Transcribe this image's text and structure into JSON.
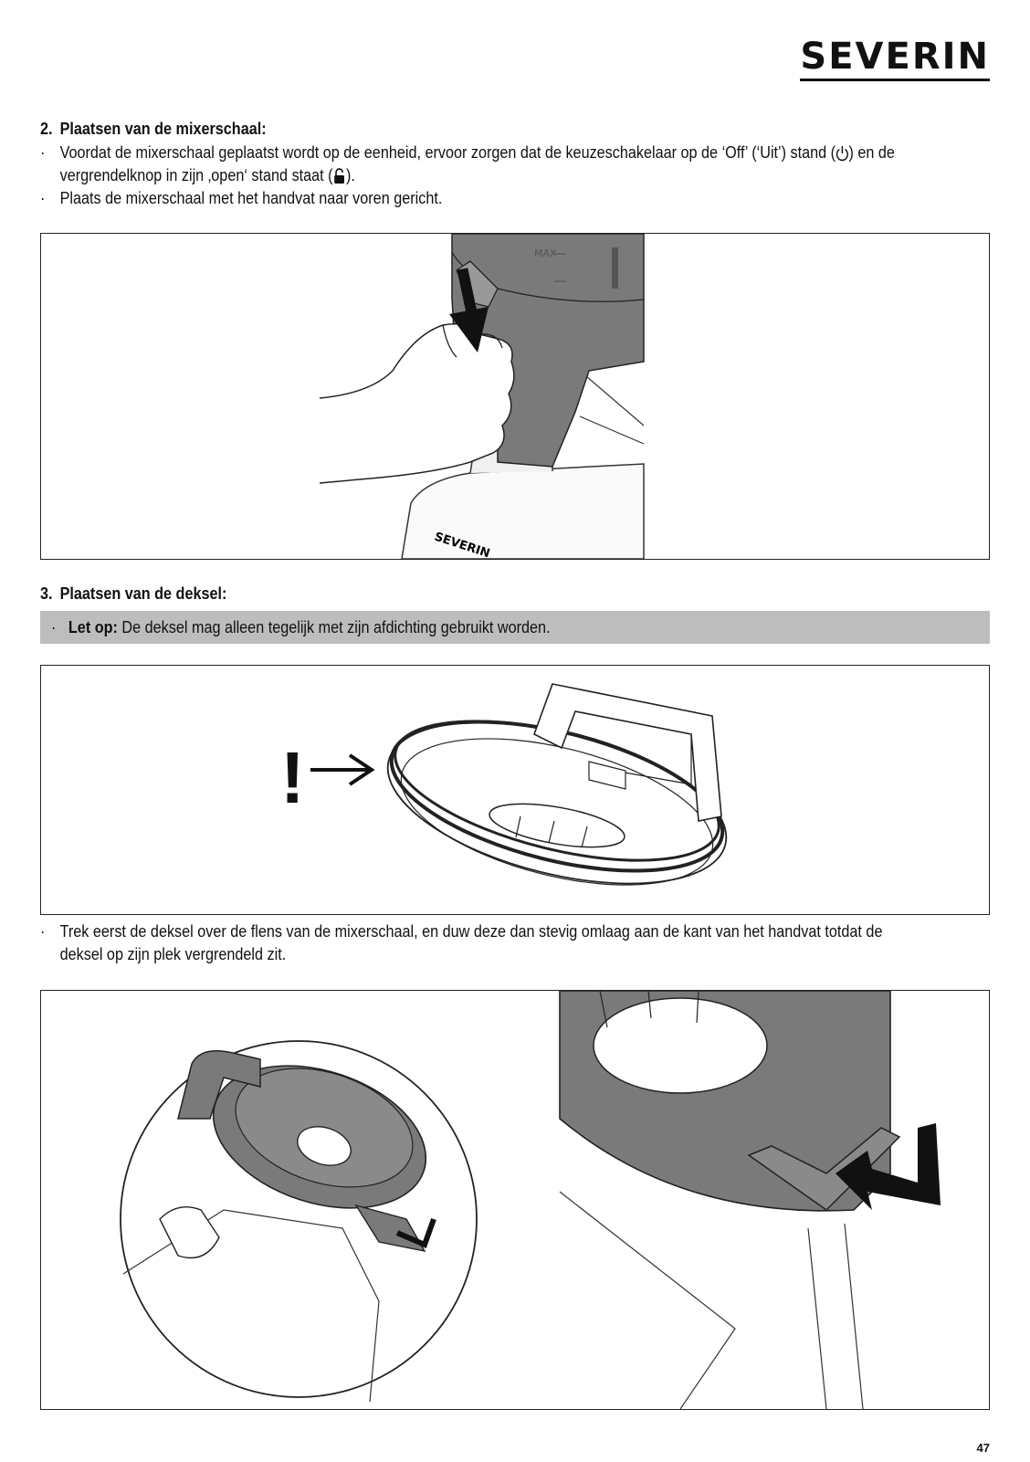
{
  "brand": "SEVERIN",
  "section2": {
    "number": "2.",
    "title": "Plaatsen van de mixerschaal:",
    "bullet_symbol": "·",
    "bullet1_part1": "Voordat de mixerschaal geplaatst wordt op de eenheid, ervoor zorgen dat de keuzeschakelaar op de ‘Off’ (‘Uit’) stand (",
    "bullet1_part2": ") en de",
    "bullet1_line2a": "vergrendelknop in zijn ‚open‘ stand staat (",
    "bullet1_line2b": ").",
    "bullet2": "Plaats de mixerschaal met het handvat naar voren gericht."
  },
  "figure1": {
    "cup_label": "MAX",
    "base_label": "SEVERIN"
  },
  "section3": {
    "number": "3.",
    "title": "Plaatsen van de deksel:",
    "note_label": "Let op:",
    "note_text": " De deksel mag alleen tegelijk met zijn afdichting gebruikt worden.",
    "bullet_line1": "Trek eerst de deksel over de flens van de mixerschaal, en duw deze dan stevig omlaag aan de kant van het handvat totdat de",
    "bullet_line2": "deksel op zijn plek vergrendeld zit."
  },
  "figure2": {
    "exclamation": "!"
  },
  "icons": [
    "power-icon",
    "open-lock-icon",
    "down-arrow-icon",
    "right-arrow-icon"
  ],
  "colors": {
    "note_background": "#bdbdbd",
    "illustration_gray": "#7a7a7a"
  },
  "page_number": "47"
}
